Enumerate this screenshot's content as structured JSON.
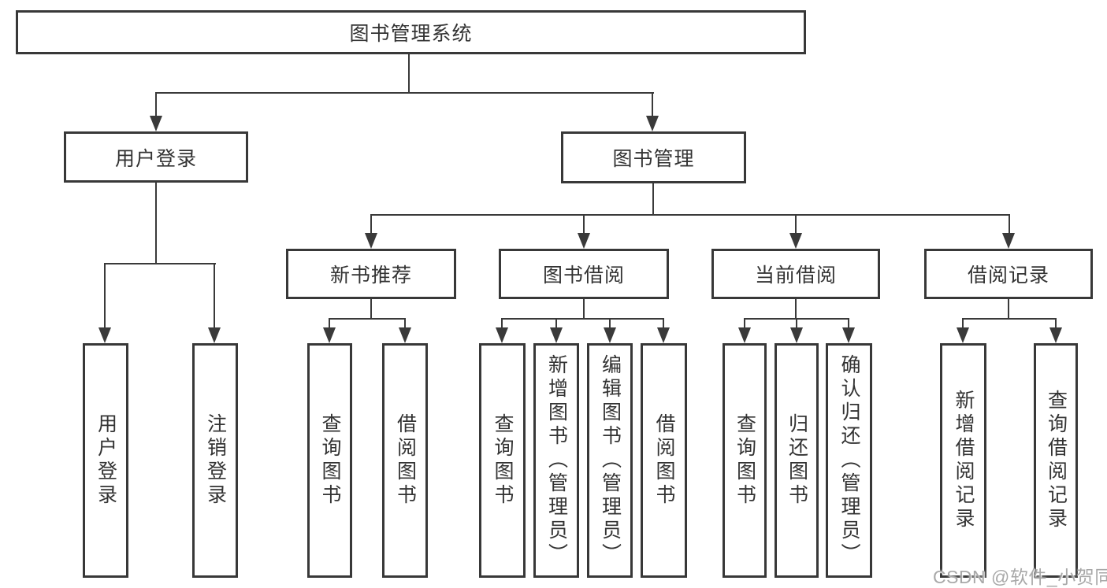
{
  "root": "图书管理系统",
  "level2": [
    "用户登录",
    "图书管理"
  ],
  "level3": [
    "新书推荐",
    "图书借阅",
    "当前借阅",
    "借阅记录"
  ],
  "children": {
    "user_login": [
      "用户登录",
      "注销登录"
    ],
    "new_books": [
      "查询图书",
      "借阅图书"
    ],
    "book_borrowing": [
      "查询图书",
      "新增图书（管理员）",
      "编辑图书（管理员）",
      "借阅图书"
    ],
    "current_borrowing": [
      "查询图书",
      "归还图书",
      "确认归还（管理员）"
    ],
    "borrowing_records": [
      "新增借阅记录",
      "查询借阅记录"
    ]
  },
  "watermark": "CSDN @软件_小贺同学",
  "colors": {
    "line": "#3a3a3a",
    "border": "#383838",
    "text": "#333333",
    "background": "#ffffff",
    "watermark": "#a8a8a8"
  }
}
